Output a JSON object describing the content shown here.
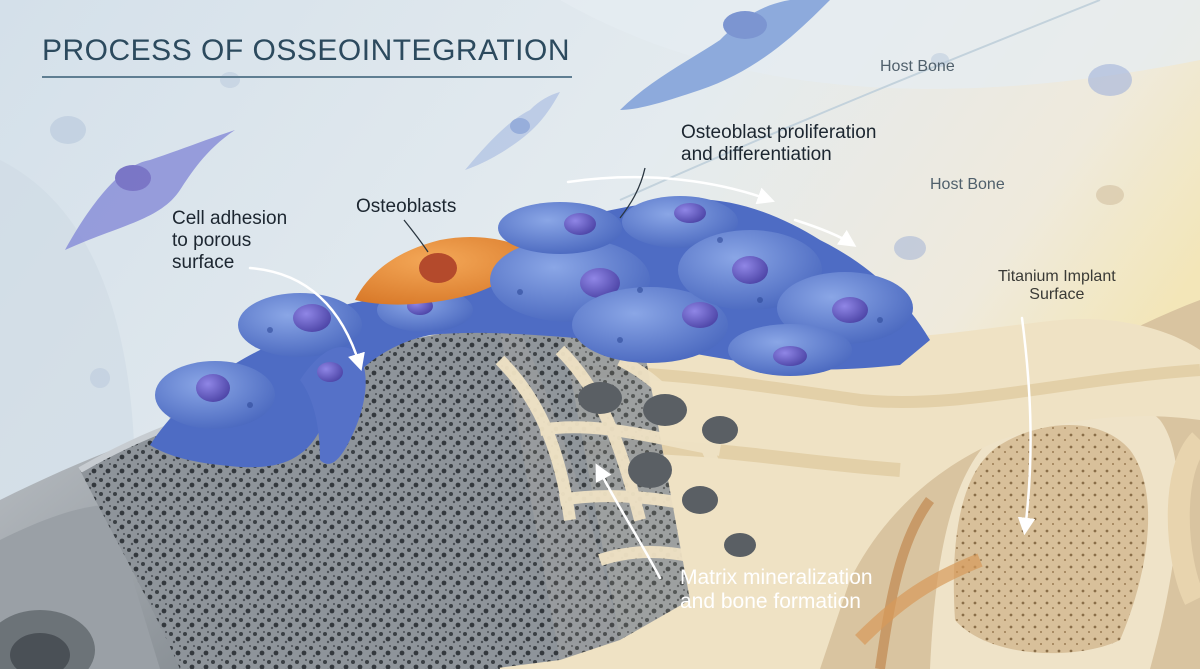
{
  "title": "PROCESS OF OSSEOINTEGRATION",
  "labels": {
    "host_bone_top": "Host Bone",
    "host_bone_mid": "Host Bone",
    "osteoblasts": "Osteoblasts",
    "proliferation": [
      "Osteoblast proliferation",
      "and differentiation"
    ],
    "cell_adhesion": [
      "Cell adhesion",
      "to porous",
      "surface"
    ],
    "titanium": [
      "Titanium Implant",
      "Surface"
    ],
    "mineralization": [
      "Matrix mineralization",
      "and bone formation"
    ]
  },
  "colors": {
    "background": "#dfe8ef",
    "osteoblast_cell": "#5b7fd0",
    "osteoblast_nucleus": "#6c63c8",
    "highlighted_cell": "#e8893a",
    "implant_porous": "#9aa0a6",
    "bone_matrix": "#ecdcbc",
    "host_bone": "#cfb48c"
  }
}
